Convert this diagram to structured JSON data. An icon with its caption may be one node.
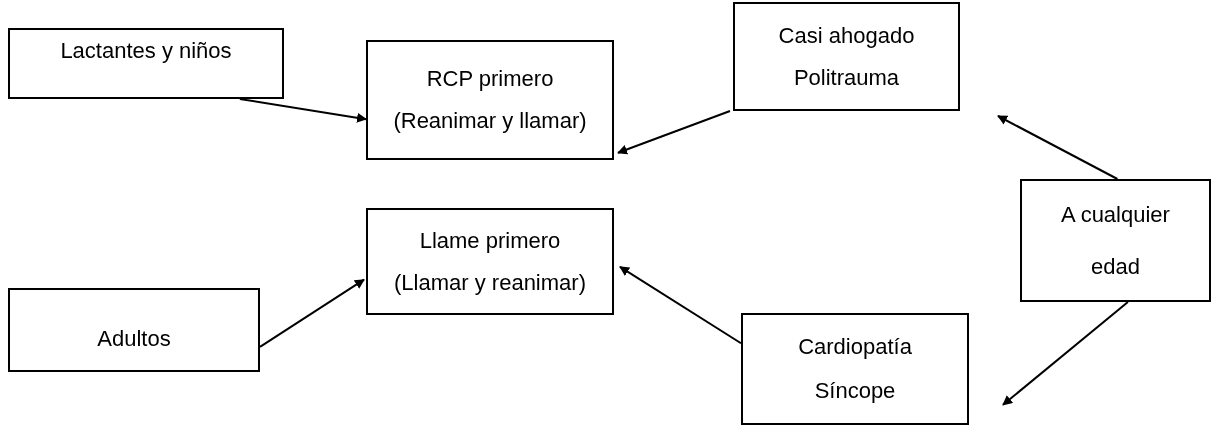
{
  "diagram": {
    "nodes": [
      {
        "text": [
          "Lactantes y niños"
        ]
      },
      {
        "text": [
          "RCP primero",
          "(Reanimar y llamar)"
        ]
      },
      {
        "text": [
          "Casi ahogado",
          "Politrauma"
        ]
      },
      {
        "text": [
          "A cualquier edad"
        ]
      },
      {
        "text": [
          "Llame primero",
          "(Llamar y reanimar)"
        ]
      },
      {
        "text": [
          "Adultos"
        ]
      },
      {
        "text": [
          "Cardiopatía",
          "Síncope"
        ]
      }
    ],
    "edges": [
      {
        "from": 0,
        "to": 1,
        "arrow": "to"
      },
      {
        "from": 2,
        "to": 1,
        "arrow": "to"
      },
      {
        "from": 3,
        "to": 2,
        "arrow": "to"
      },
      {
        "from": 3,
        "to": 6,
        "arrow": "to"
      },
      {
        "from": 6,
        "to": 4,
        "arrow": "to"
      },
      {
        "from": 5,
        "to": 4,
        "arrow": "to"
      }
    ]
  }
}
